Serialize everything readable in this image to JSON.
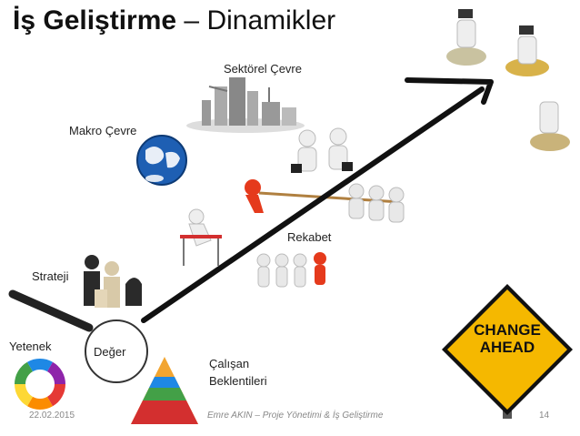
{
  "slide": {
    "title_bold": "İş Geliştirme",
    "title_rest": " – Dinamikler",
    "labels": {
      "sektorel": "Sektörel Çevre",
      "makro": "Makro Çevre",
      "rekabet": "Rekabet",
      "strateji": "Strateji",
      "yetenek": "Yetenek",
      "deger": "Değer",
      "calisan1": "Çalışan",
      "calisan2": "Beklentileri"
    },
    "sign": {
      "line1": "CHANGE",
      "line2": "AHEAD"
    },
    "footer": {
      "date": "22.02.2015",
      "author": "Emre AKIN – Proje Yönetimi & İş Geliştirme",
      "page": "14"
    }
  },
  "colors": {
    "sign": "#f5b800",
    "arrow": "#111111",
    "puzzle": [
      "#e53935",
      "#fb8c00",
      "#fdd835",
      "#43a047",
      "#1e88e5",
      "#8e24aa"
    ]
  }
}
